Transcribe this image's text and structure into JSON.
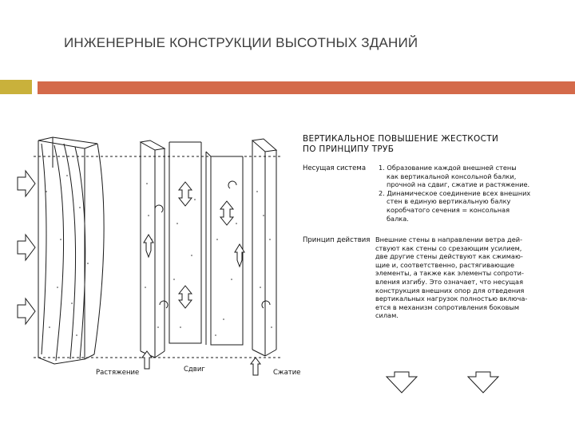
{
  "slide": {
    "title": "ИНЖЕНЕРНЫЕ КОНСТРУКЦИИ ВЫСОТНЫХ ЗДАНИЙ",
    "accent_colors": {
      "square": "#c9b13b",
      "bar": "#d46a4a"
    }
  },
  "diagram": {
    "title_lines": [
      "ВЕРТИКАЛЬНОЕ ПОВЫШЕНИЕ ЖЕСТКОСТИ",
      "ПО ПРИНЦИПУ ТРУБ"
    ],
    "load_system": {
      "label": "Несущая система",
      "lines": [
        "1. Образование каждой внешней стены",
        "как вертикальной консольной балки,",
        "прочной на сдвиг, сжатие и растяжение.",
        "2. Динамическое соединение всех внешних",
        "стен в единую вертикальную балку",
        "коробчатого сечения = консольная",
        "балка."
      ]
    },
    "principle": {
      "label": "Принцип действия",
      "lines": [
        "Внешние стены в направлении ветра дей-",
        "ствуют как стены со срезающим усилием,",
        "две другие стены действуют как сжимаю-",
        "щие и, соответственно, растягивающие",
        "элементы, а также как элементы сопроти-",
        "вления изгибу. Это означает, что несущая",
        "конструкция внешних опор для отведения",
        "вертикальных нагрузок полностью включа-",
        "ется в механизм сопротивления боковым",
        "силам."
      ]
    },
    "captions": {
      "tension": "Растяжение",
      "shear": "Сдвиг",
      "compression": "Сжатие"
    },
    "icons": [
      "wind-arrow-icon",
      "down-arrow-icon",
      "shear-arrow-icon",
      "rotation-arrow-icon"
    ]
  }
}
